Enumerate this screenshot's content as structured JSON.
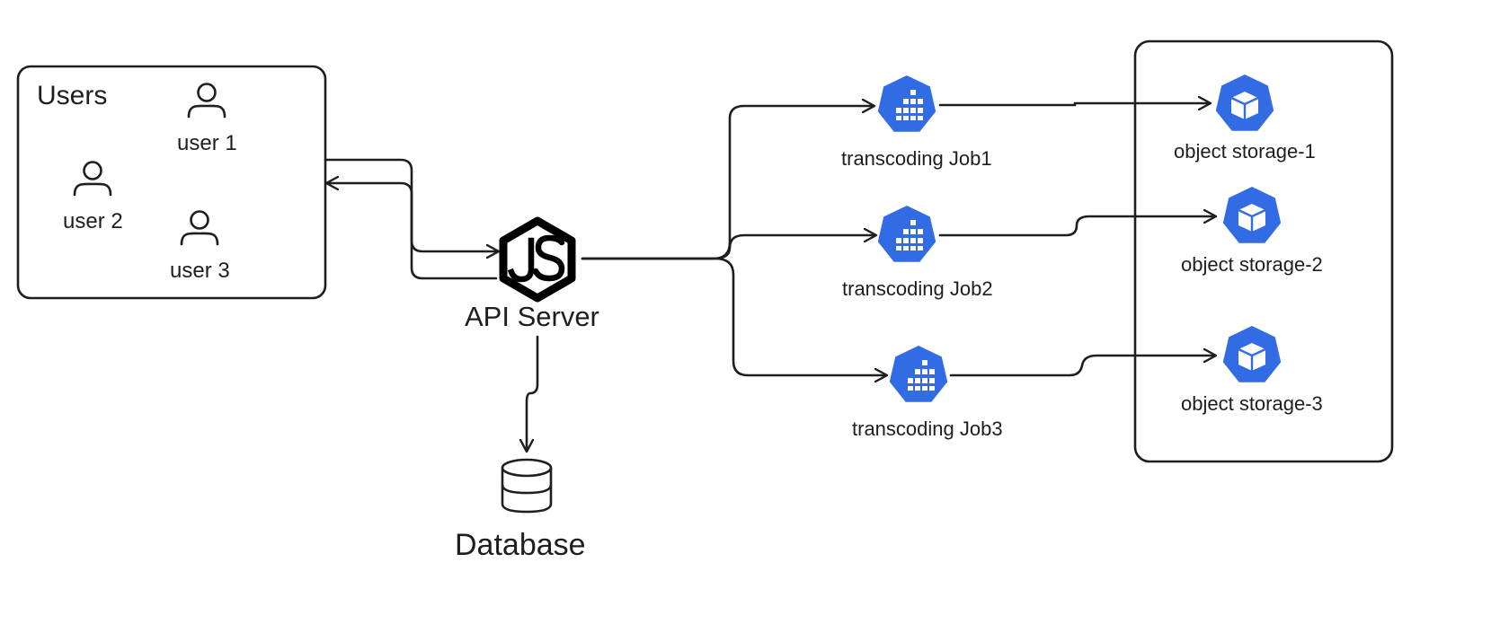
{
  "users_group": {
    "title": "Users",
    "users": [
      "user 1",
      "user 2",
      "user 3"
    ]
  },
  "api_server": {
    "label": "API Server",
    "icon": "nodejs-icon"
  },
  "database": {
    "label": "Database",
    "icon": "database-icon"
  },
  "jobs": [
    {
      "label": "transcoding Job1",
      "icon": "kubernetes-job-icon"
    },
    {
      "label": "transcoding Job2",
      "icon": "kubernetes-job-icon"
    },
    {
      "label": "transcoding Job3",
      "icon": "kubernetes-job-icon"
    }
  ],
  "storages": [
    {
      "label": "object storage-1",
      "icon": "kubernetes-volume-icon"
    },
    {
      "label": "object storage-2",
      "icon": "kubernetes-volume-icon"
    },
    {
      "label": "object storage-3",
      "icon": "kubernetes-volume-icon"
    }
  ],
  "colors": {
    "ink": "#1e1e1e",
    "k8s_blue": "#326ce5",
    "background": "#ffffff"
  }
}
